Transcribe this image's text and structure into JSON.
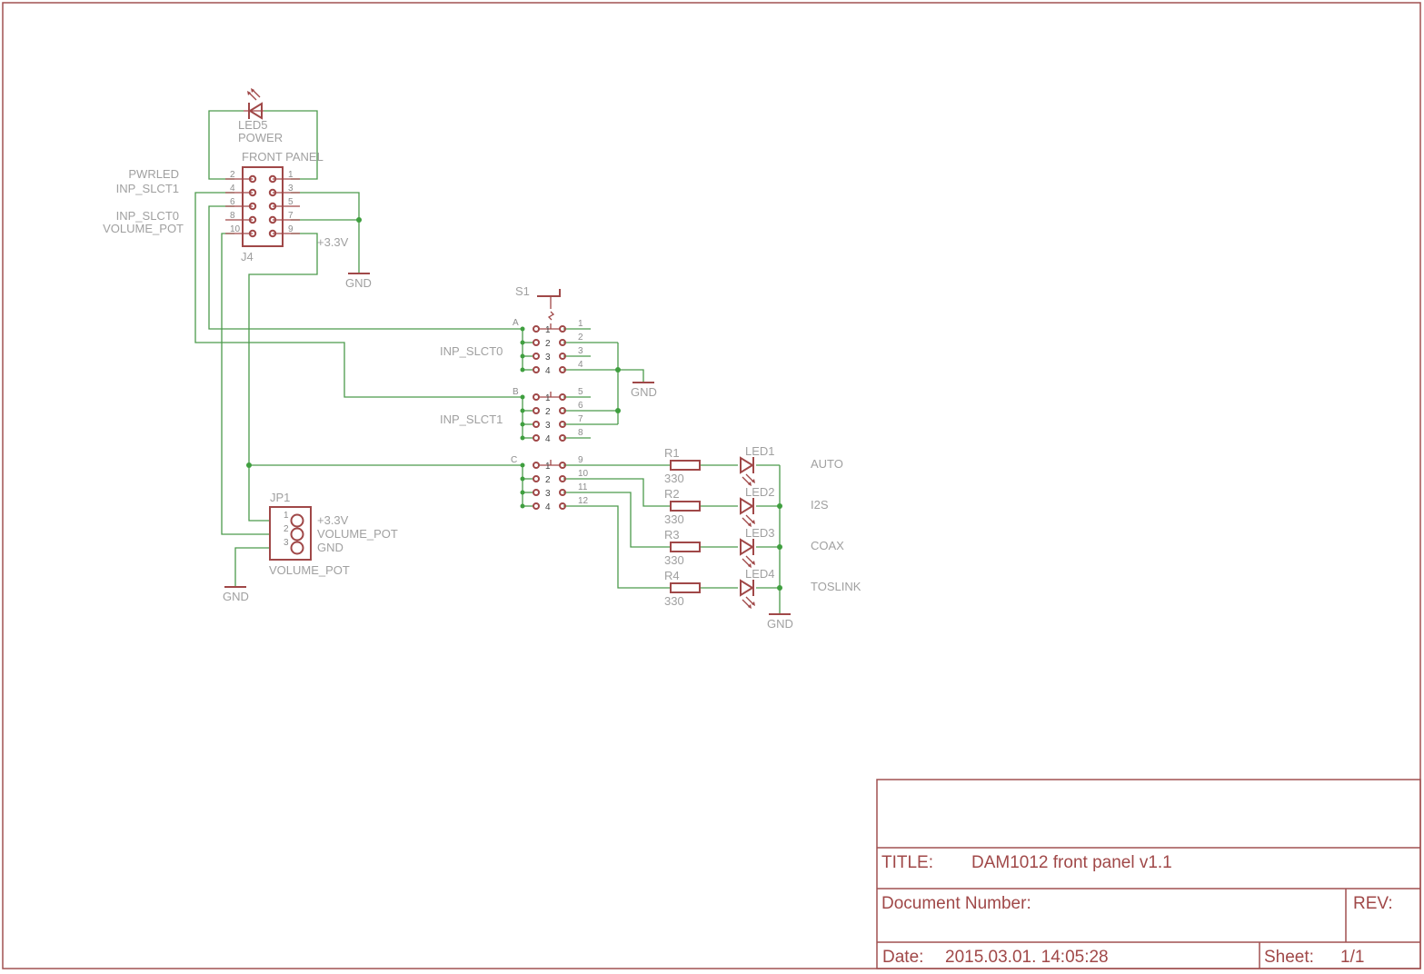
{
  "title_block": {
    "title_label": "TITLE:",
    "title_value": "DAM1012 front panel v1.1",
    "docnum_label": "Document Number:",
    "rev_label": "REV:",
    "date_label": "Date:",
    "date_value": "2015.03.01. 14:05:28",
    "sheet_label": "Sheet:",
    "sheet_value": "1/1"
  },
  "led5": {
    "name": "LED5",
    "value": "POWER"
  },
  "j4": {
    "name": "J4",
    "value": "FRONT PANEL",
    "left_pins": [
      "2",
      "4",
      "6",
      "8",
      "10"
    ],
    "right_pins": [
      "1",
      "3",
      "5",
      "7",
      "9"
    ],
    "net_labels": [
      "PWRLED",
      "INP_SLCT1",
      "INP_SLCT0",
      "VOLUME_POT"
    ],
    "supply": "+3.3V"
  },
  "gnd_labels": [
    "GND",
    "GND",
    "GND",
    "GND"
  ],
  "s1": {
    "name": "S1",
    "section_a": "A",
    "section_b": "B",
    "section_c": "C",
    "net_a": "INP_SLCT0",
    "net_b": "INP_SLCT1",
    "inner_pins": [
      "1",
      "2",
      "3",
      "4"
    ],
    "outer_pins_a": [
      "1",
      "2",
      "3",
      "4"
    ],
    "outer_pins_b": [
      "5",
      "6",
      "7",
      "8"
    ],
    "outer_pins_c": [
      "9",
      "10",
      "11",
      "12"
    ]
  },
  "resistors": [
    {
      "name": "R1",
      "value": "330"
    },
    {
      "name": "R2",
      "value": "330"
    },
    {
      "name": "R3",
      "value": "330"
    },
    {
      "name": "R4",
      "value": "330"
    }
  ],
  "leds": [
    {
      "name": "LED1",
      "label": "AUTO"
    },
    {
      "name": "LED2",
      "label": "I2S"
    },
    {
      "name": "LED3",
      "label": "COAX"
    },
    {
      "name": "LED4",
      "label": "TOSLINK"
    }
  ],
  "jp1": {
    "name": "JP1",
    "value": "VOLUME_POT",
    "pins": [
      "1",
      "2",
      "3"
    ],
    "pin_nets": [
      "+3.3V",
      "VOLUME_POT",
      "GND"
    ]
  }
}
